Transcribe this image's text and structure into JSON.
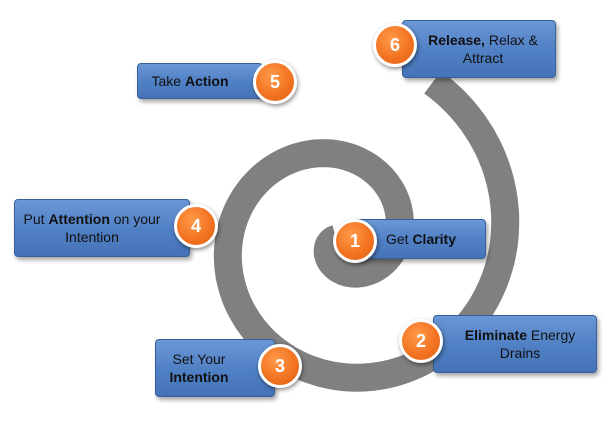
{
  "steps": [
    {
      "number": "1",
      "pre": "Get ",
      "bold": "Clarity",
      "post": ""
    },
    {
      "number": "2",
      "pre": "",
      "bold": "Eliminate",
      "post": " Energy Drains"
    },
    {
      "number": "3",
      "pre": "Set Your ",
      "bold": "Intention",
      "post": ""
    },
    {
      "number": "4",
      "pre": "Put ",
      "bold": "Attention",
      "post": " on your Intention"
    },
    {
      "number": "5",
      "pre": "Take ",
      "bold": "Action",
      "post": ""
    },
    {
      "number": "6",
      "pre": "",
      "bold": "Release,",
      "post": " Relax & Attract"
    }
  ],
  "colors": {
    "spiral": "#808080",
    "box": "#5a88cc",
    "circle": "#f27422"
  },
  "icons": {
    "spiral": "spiral-graphic"
  }
}
